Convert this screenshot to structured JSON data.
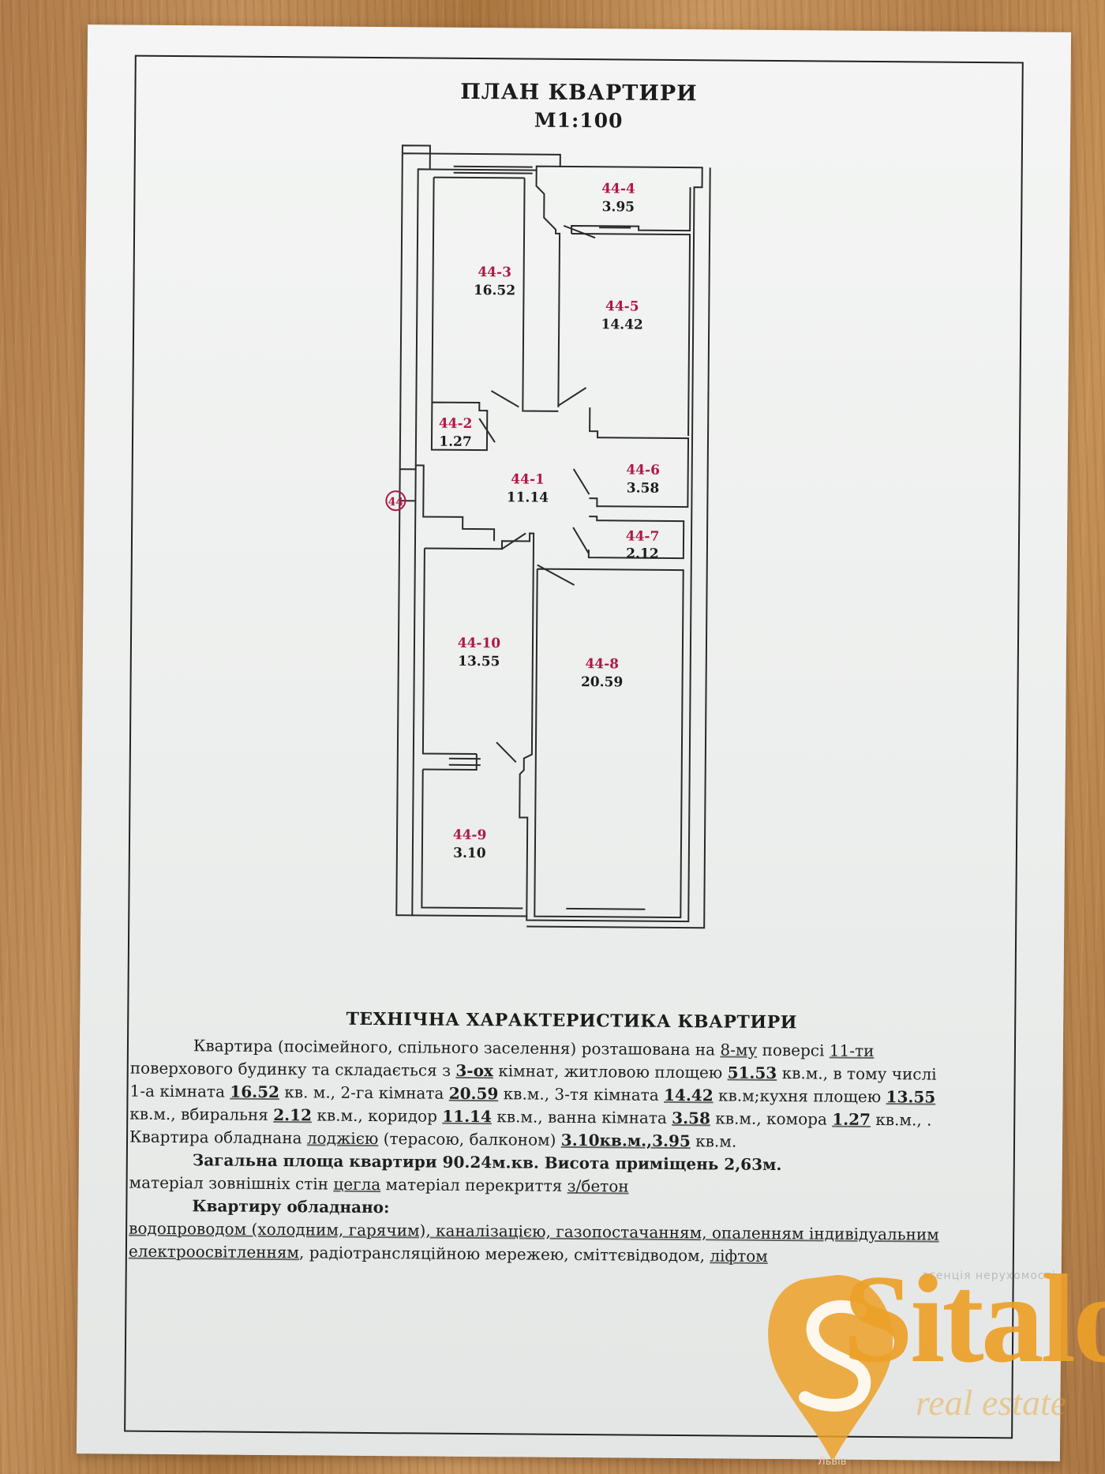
{
  "header": {
    "title": "ПЛАН  КВАРТИРИ",
    "scale": "М1:100"
  },
  "plan": {
    "entrance_marker": "44",
    "rooms": [
      {
        "code": "44-1",
        "area": "11.14"
      },
      {
        "code": "44-2",
        "area": "1.27"
      },
      {
        "code": "44-3",
        "area": "16.52"
      },
      {
        "code": "44-4",
        "area": "3.95"
      },
      {
        "code": "44-5",
        "area": "14.42"
      },
      {
        "code": "44-6",
        "area": "3.58"
      },
      {
        "code": "44-7",
        "area": "2.12"
      },
      {
        "code": "44-8",
        "area": "20.59"
      },
      {
        "code": "44-9",
        "area": "3.10"
      },
      {
        "code": "44-10",
        "area": "13.55"
      }
    ]
  },
  "tech": {
    "title": "ТЕХНІЧНА ХАРАКТЕРИСТИКА КВАРТИРИ",
    "l1a": "Квартира (посімейного, спільного заселення) розташована на ",
    "floor": "8-му",
    "l1b": " поверсі ",
    "floors_total": "11-ти",
    "l2a": "поверхового будинку та складається з ",
    "rooms_count": "3-ох",
    "l2b": " кімнат, житловою площею ",
    "living_area": "51.53",
    "l2c": " кв.м., в тому числі",
    "l3a": "1-а кімната ",
    "room1": "16.52",
    "l3b": " кв. м., 2-га кімната ",
    "room2": "20.59",
    "l3c": " кв.м., 3-тя кімната ",
    "room3": "14.42",
    "l3d": " кв.м;кухня площею ",
    "kitchen": "13.55",
    "l4a": "кв.м.,  вбиральня ",
    "wc": "2.12",
    "l4b": " кв.м., коридор ",
    "corridor": "11.14",
    "l4c": " кв.м., ванна кімната ",
    "bath": "3.58",
    "l4d": " кв.м., комора ",
    "storage": "1.27",
    "l4e": " кв.м., .",
    "l5a": "Квартира обладнана ",
    "loggia": "лоджією",
    "l5b": " (терасою, балконом) ",
    "balcony_areas": "3.10кв.м.,3.95",
    "l5c": " кв.м.",
    "total_line": "Загальна площа квартири  90.24м.кв. Висота приміщень 2,63м.",
    "l7a": "матеріал зовнішніх стін ",
    "walls": "цегла",
    "l7b": "  матеріал перекриття  ",
    "ceiling": "з/бетон",
    "equipped_title": "Квартиру обладнано:",
    "l9": "водопроводом (холодним, гарячим), каналізацією, газопостачанням, опаленням індивідуальним",
    "l10a": "електроосвітленням",
    "l10b": ", радіотрансляційною мережею, сміттєвідводом, ",
    "l10c": "ліфтом"
  },
  "watermark": {
    "tagline": "агенція нерухомості",
    "brand": "Sitalo",
    "sub": "real estate",
    "city": "Львів",
    "color": "#eca028"
  }
}
